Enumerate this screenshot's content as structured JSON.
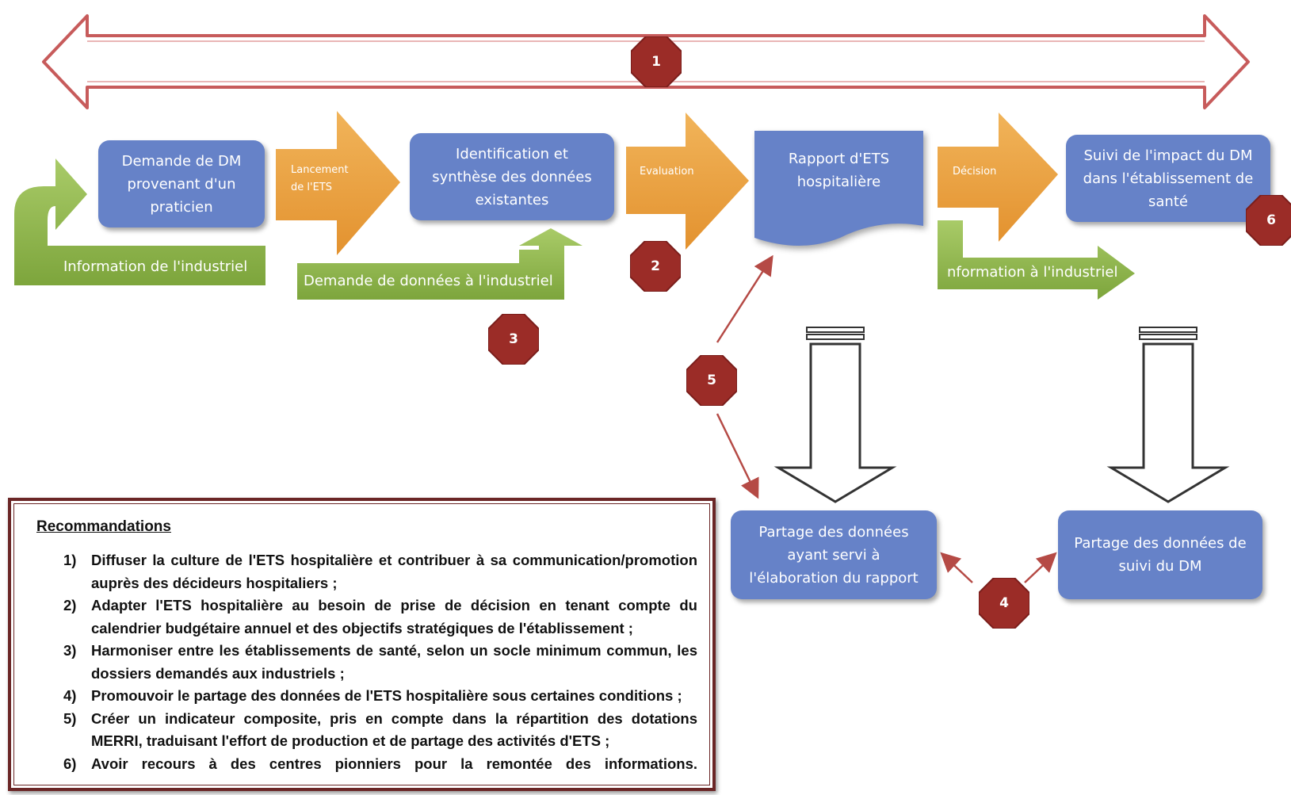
{
  "colors": {
    "box_fill": "#6682c8",
    "orange_arrow": "#eba13e",
    "green_arrow": "#8eb84a",
    "badge": "#9b2c27",
    "connector": "#b54a45",
    "recommendations_border": "#6b2626"
  },
  "boxes": {
    "demande": "Demande de DM\nprovenant d'un\npraticien",
    "identification": "Identification et\nsynthèse des données\nexistantes",
    "rapport": "Rapport d'ETS\nhospitalière",
    "suivi": "Suivi de l'impact du DM\ndans l'établissement de\nsanté",
    "partage_rapport": "Partage des données\nayant servi à\nl'élaboration du rapport",
    "partage_suivi": "Partage des données de\nsuivi du DM"
  },
  "orange_arrows": {
    "lancement": "Lancement\nde l'ETS",
    "evaluation": "Evaluation",
    "decision": "Décision"
  },
  "green_arrows": {
    "info_industriel_left": "Information de l'industriel",
    "demande_donnees": "Demande de données à l'industriel",
    "info_industriel_right": "nformation à l'industriel"
  },
  "badges": [
    "1",
    "2",
    "3",
    "4",
    "5",
    "6"
  ],
  "recommendations": {
    "title": "Recommandations",
    "items": [
      {
        "num": "1)",
        "text": "Diffuser la culture de l'ETS hospitalière et contribuer à sa communication/promotion auprès des décideurs hospitaliers ;"
      },
      {
        "num": "2)",
        "text": "Adapter l'ETS hospitalière au besoin de prise de décision en tenant compte du calendrier budgétaire annuel et des objectifs stratégiques de l'établissement ;"
      },
      {
        "num": "3)",
        "text": "Harmoniser entre les établissements de santé, selon un socle minimum commun, les dossiers demandés aux industriels ;"
      },
      {
        "num": "4)",
        "text": "Promouvoir le partage des données de l'ETS hospitalière sous certaines conditions ;"
      },
      {
        "num": "5)",
        "text": "Créer un indicateur composite, pris en compte dans la répartition des dotations MERRI, traduisant l'effort de production et de partage des activités d'ETS ;"
      },
      {
        "num": "6)",
        "text": "Avoir recours à des centres pionniers pour la remontée des informations."
      }
    ]
  }
}
